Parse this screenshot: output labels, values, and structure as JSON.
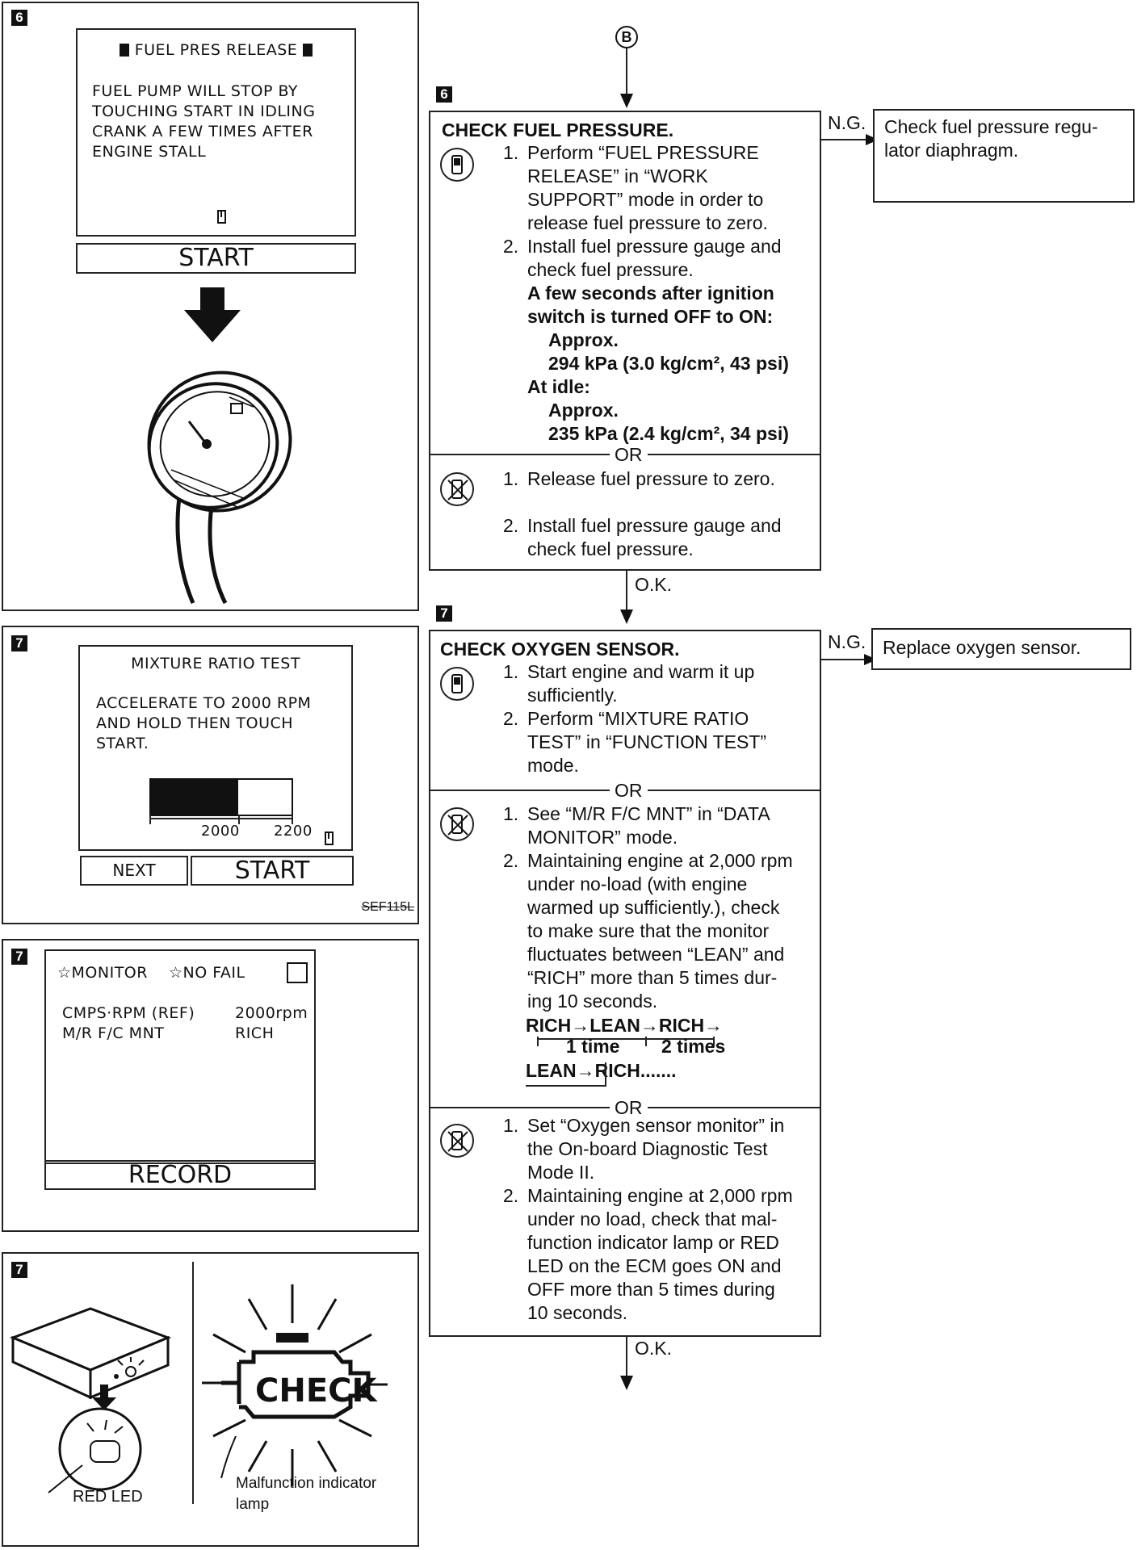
{
  "left": {
    "panel6": {
      "step": "6",
      "screen_title": "FUEL PRES RELEASE",
      "screen_body": [
        "FUEL PUMP WILL STOP BY",
        "TOUCHING START IN IDLING",
        "CRANK A FEW TIMES AFTER",
        "ENGINE STALL"
      ],
      "start_label": "START"
    },
    "panel7a": {
      "step": "7",
      "screen_title": "MIXTURE RATIO TEST",
      "screen_body": [
        "ACCELERATE TO 2000 RPM",
        "AND HOLD THEN TOUCH",
        "START."
      ],
      "bar_fill_fraction": 0.62,
      "tick_left": "2000",
      "tick_right": "2200",
      "next_label": "NEXT",
      "start_label": "START",
      "figure_code": "SEF115L"
    },
    "panel7b": {
      "step": "7",
      "monitor_label": "☆MONITOR",
      "nofail_label": "☆NO FAIL",
      "rows": [
        {
          "name": "CMPS·RPM (REF)",
          "value": "2000rpm"
        },
        {
          "name": "M/R F/C MNT",
          "value": "RICH"
        }
      ],
      "record_label": "RECORD"
    },
    "panel7c": {
      "step": "7",
      "red_led_label": "RED LED",
      "check_label": "CHECK",
      "mil_label_1": "Malfunction indicator",
      "mil_label_2": "lamp"
    }
  },
  "flow": {
    "connector": "B",
    "step6": {
      "step": "6",
      "title": "CHECK FUEL PRESSURE.",
      "a1_n": "1.",
      "a1": [
        "Perform “FUEL PRESSURE",
        "RELEASE” in “WORK",
        "SUPPORT” mode in order to",
        "release fuel pressure to zero."
      ],
      "a2_n": "2.",
      "a2": [
        "Install fuel pressure gauge and",
        "check fuel pressure."
      ],
      "spec1": [
        "A few seconds after ignition",
        "switch is turned OFF to ON:"
      ],
      "approx": "Approx.",
      "spec1_val": "294 kPa (3.0 kg/cm², 43 psi)",
      "at_idle": "At idle:",
      "spec2_val": "235 kPa (2.4 kg/cm², 34 psi)",
      "or": "OR",
      "b1_n": "1.",
      "b1": "Release fuel pressure to zero.",
      "b2_n": "2.",
      "b2": [
        "Install fuel pressure gauge and",
        "check fuel pressure."
      ],
      "ng": "N.G.",
      "ng_action": [
        "Check fuel pressure regu-",
        "lator diaphragm."
      ],
      "ok": "O.K."
    },
    "step7": {
      "step": "7",
      "title": "CHECK OXYGEN SENSOR.",
      "a1_n": "1.",
      "a1": [
        "Start engine and warm it up",
        "sufficiently."
      ],
      "a2_n": "2.",
      "a2": [
        "Perform “MIXTURE RATIO",
        "TEST” in “FUNCTION TEST”",
        "mode."
      ],
      "or": "OR",
      "b1_n": "1.",
      "b1": [
        "See “M/R F/C MNT” in “DATA",
        "MONITOR” mode."
      ],
      "b2_n": "2.",
      "b2": [
        "Maintaining engine at 2,000 rpm",
        "under no-load (with engine",
        "warmed up sufficiently.), check",
        "to make sure that the monitor",
        "fluctuates between “LEAN” and",
        "“RICH” more than 5 times dur-",
        "ing 10 seconds."
      ],
      "seq1": "RICH→LEAN→RICH→",
      "seq_label1": "1 time",
      "seq_label2": "2 times",
      "seq2": "LEAN→RICH.......",
      "c1_n": "1.",
      "c1": [
        "Set “Oxygen sensor monitor” in",
        "the On-board Diagnostic Test",
        "Mode II."
      ],
      "c2_n": "2.",
      "c2": [
        "Maintaining engine at 2,000 rpm",
        "under no load, check that mal-",
        "function indicator lamp or RED",
        "LED on the ECM goes ON and",
        "OFF more than 5 times during",
        "10 seconds."
      ],
      "ng": "N.G.",
      "ng_action": "Replace oxygen sensor.",
      "ok": "O.K."
    }
  }
}
